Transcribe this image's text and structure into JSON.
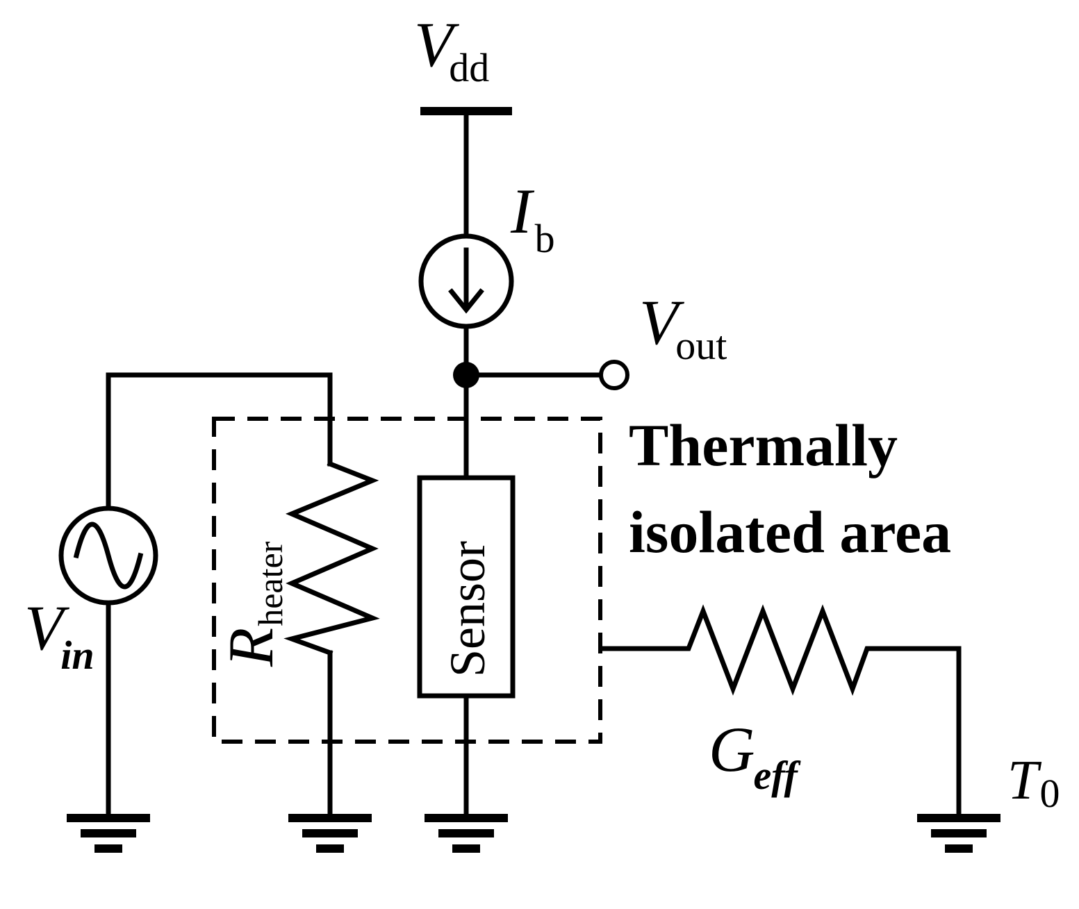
{
  "labels": {
    "vdd_main": "V",
    "vdd_sub": "dd",
    "ib_main": "I",
    "ib_sub": "b",
    "vout_main": "V",
    "vout_sub": "out",
    "vin_main": "V",
    "vin_sub": "in",
    "rheater_main": "R",
    "rheater_sub": "heater",
    "sensor": "Sensor",
    "region_line1": "Thermally",
    "region_line2": "isolated area",
    "geff_main": "G",
    "geff_sub": "eff",
    "t0_main": "T",
    "t0_sub": "0"
  }
}
